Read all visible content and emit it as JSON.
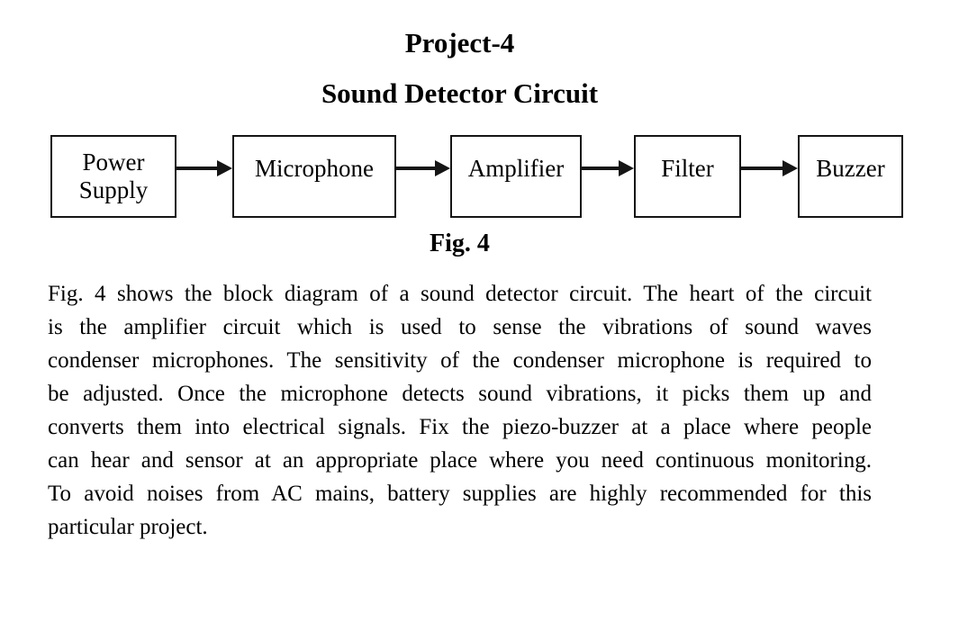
{
  "document": {
    "title": "Project-4",
    "subtitle": "Sound Detector Circuit",
    "figure_caption": "Fig. 4"
  },
  "diagram": {
    "blocks": [
      {
        "label": "Power Supply"
      },
      {
        "label": "Microphone"
      },
      {
        "label": "Amplifier"
      },
      {
        "label": "Filter"
      },
      {
        "label": "Buzzer"
      }
    ],
    "connector_icon": "arrow-right",
    "connector_glyph": "→",
    "flow": "Power Supply → Microphone → Amplifier → Filter → Buzzer"
  },
  "paragraph": {
    "lines": [
      "Fig. 4 shows the block diagram of a sound detector circuit. The heart of the circuit",
      "is the amplifier circuit which is used to sense the vibrations of sound waves",
      "condenser microphones. The sensitivity of the condenser microphone is required to",
      "be adjusted. Once the microphone detects sound vibrations, it picks them up and",
      "converts them into electrical signals. Fix the piezo-buzzer at a place where people",
      "can hear and sensor at an appropriate place where you need continuous monitoring.",
      "To avoid noises from AC mains, battery supplies are highly recommended for this",
      "particular project."
    ]
  },
  "colors": {
    "background": "#ffffff",
    "ink": "#000000",
    "box_border": "#151515",
    "arrow": "#151515"
  }
}
